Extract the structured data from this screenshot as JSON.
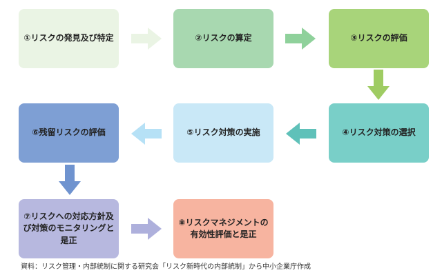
{
  "steps": [
    {
      "label": "①リスクの発見及び特定",
      "color": "#eaf4e4"
    },
    {
      "label": "②リスクの算定",
      "color": "#a8d8b0"
    },
    {
      "label": "③リスクの評価",
      "color": "#a8d47a"
    },
    {
      "label": "④リスク対策の選択",
      "color": "#79cfc8"
    },
    {
      "label": "⑤リスク対策の実施",
      "color": "#c9e8f7"
    },
    {
      "label": "⑥残留リスクの評価",
      "color": "#7e9fd4"
    },
    {
      "label": "⑦リスクへの対応方針及び対策のモニタリングと是正",
      "color": "#b7b8df"
    },
    {
      "label": "⑧リスクマネジメントの有効性評価と是正",
      "color": "#f7b4a0"
    }
  ],
  "arrows": [
    {
      "from": "1",
      "to": "2",
      "color": "#eaf4e4"
    },
    {
      "from": "2",
      "to": "3",
      "color": "#8fd19b"
    },
    {
      "from": "3",
      "to": "4",
      "color": "#9fcc63"
    },
    {
      "from": "4",
      "to": "5",
      "color": "#5fc1b9"
    },
    {
      "from": "5",
      "to": "6",
      "color": "#b6e1f6"
    },
    {
      "from": "6",
      "to": "7",
      "color": "#6f93cf"
    },
    {
      "from": "7",
      "to": "8",
      "color": "#aeb0dc"
    }
  ],
  "source": "資料：リスク管理・内部統制に関する研究会「リスク新時代の内部統制」から中小企業庁作成"
}
